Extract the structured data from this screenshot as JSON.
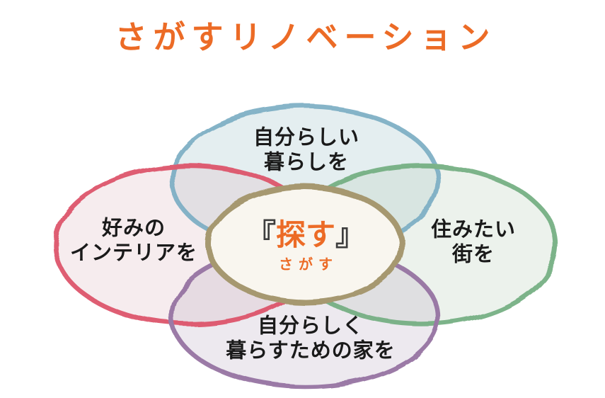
{
  "title": "さがすリノベーション",
  "colors": {
    "accent_orange": "#EC6B26",
    "bracket_gray": "#3E3E3E",
    "label_black": "#1A1A1A"
  },
  "center": {
    "bracket_open": "『",
    "word": "探す",
    "bracket_close": "』",
    "reading": "さがす",
    "fill": "#F9F6EF",
    "border": "#A6986F"
  },
  "petals": [
    {
      "position": "top",
      "lines": [
        "自分らしい",
        "暮らしを"
      ],
      "fill": "#93BBC3",
      "stroke": "#7BAEC4"
    },
    {
      "position": "right",
      "lines": [
        "住みたい",
        "街を"
      ],
      "fill": "#B3CBB3",
      "stroke": "#73AE81"
    },
    {
      "position": "left",
      "lines": [
        "好みの",
        "インテリアを"
      ],
      "fill": "#DBB3BB",
      "stroke": "#DD5168"
    },
    {
      "position": "bottom",
      "lines": [
        "自分らしく",
        "暮らすための家を"
      ],
      "fill": "#B7A7BF",
      "stroke": "#9470A0"
    }
  ]
}
